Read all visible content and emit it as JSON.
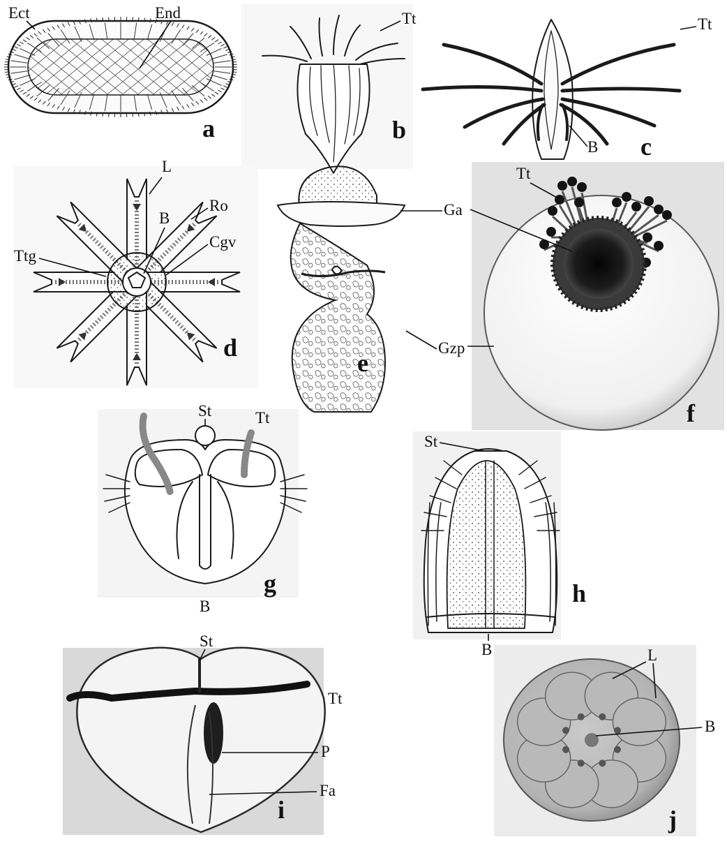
{
  "panels": {
    "a": {
      "letter": "a",
      "labels": [
        "Ect",
        "End"
      ]
    },
    "b": {
      "letter": "b",
      "labels": [
        "Tt"
      ]
    },
    "c": {
      "letter": "c",
      "labels": [
        "Tt",
        "B"
      ]
    },
    "d": {
      "letter": "d",
      "labels": [
        "L",
        "Ro",
        "B",
        "Ttg",
        "Cgv"
      ]
    },
    "e": {
      "letter": "e",
      "labels": [
        "Ga",
        "Gzp"
      ]
    },
    "f": {
      "letter": "f",
      "labels": [
        "Tt"
      ]
    },
    "g": {
      "letter": "g",
      "labels": [
        "St",
        "Tt",
        "B"
      ]
    },
    "h": {
      "letter": "h",
      "labels": [
        "St",
        "B"
      ]
    },
    "i": {
      "letter": "i",
      "labels": [
        "St",
        "Tt",
        "P",
        "Fa"
      ]
    },
    "j": {
      "letter": "j",
      "labels": [
        "L",
        "B"
      ]
    }
  },
  "colors": {
    "ink": "#1a1a1a",
    "photo_bg": "#d8d8d8",
    "paper": "#ffffff"
  }
}
